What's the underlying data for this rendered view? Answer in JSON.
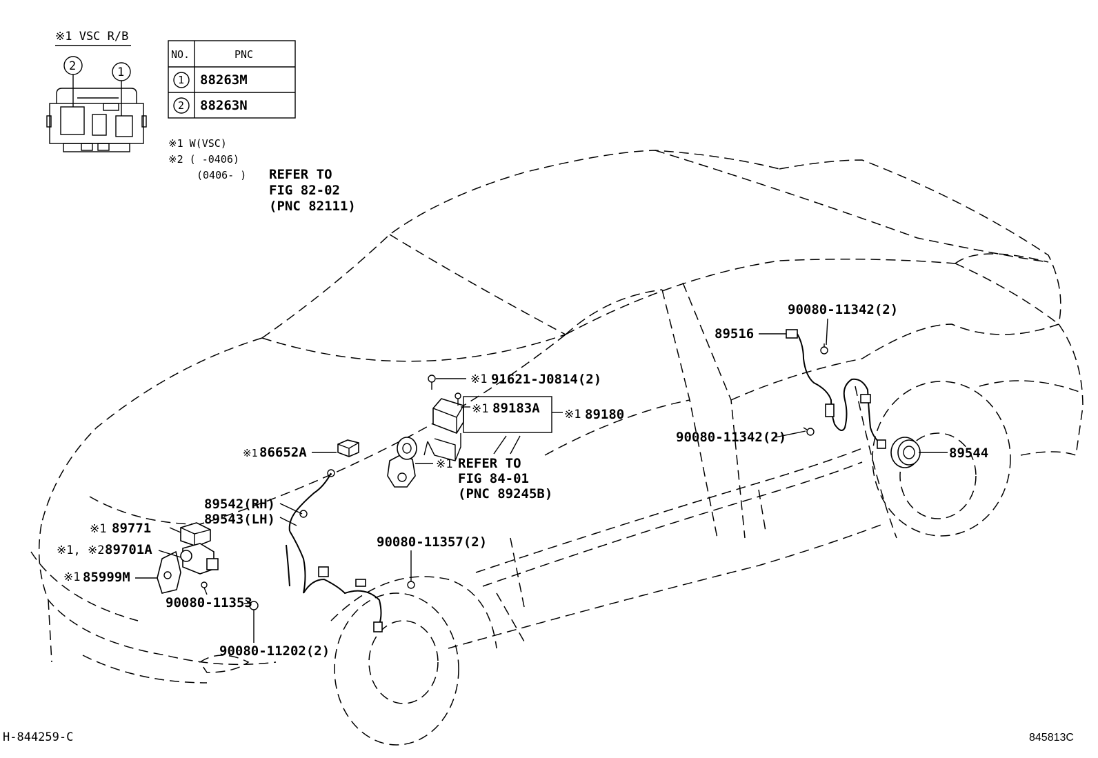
{
  "legend": {
    "inset_title": "※1 VSC R/B",
    "inset_callouts": [
      "2",
      "1"
    ],
    "table": {
      "headers": [
        "NO.",
        "PNC"
      ],
      "rows": [
        {
          "no": "1",
          "pnc": "88263M"
        },
        {
          "no": "2",
          "pnc": "88263N"
        }
      ]
    },
    "notes": [
      "※1 W(VSC)",
      "※2 (     -0406)",
      "(0406-     )",
      "REFER TO",
      "FIG 82-02",
      "(PNC 82111)"
    ]
  },
  "parts": {
    "p91621": "91621-J0814(2)",
    "p91621_mark": "※1",
    "p89183A": "89183A",
    "p89183A_mark": "※1",
    "p89180": "89180",
    "p89180_mark": "※1",
    "p86652A": "86652A",
    "p86652A_mark": "※1",
    "refer1": "REFER TO",
    "refer1_mark": "※1",
    "refer2": "FIG 84-01",
    "refer3": "(PNC 89245B)",
    "p89542": "89542(RH)",
    "p89543": "89543(LH)",
    "p89771": "89771",
    "p89771_mark": "※1",
    "p89701A": "89701A",
    "p89701A_mark": "※1, ※2",
    "p85999M": "85999M",
    "p85999M_mark": "※1",
    "p90080_11353": "90080-11353",
    "p90080_11202": "90080-11202(2)",
    "p90080_11357": "90080-11357(2)",
    "p89516": "89516",
    "p90080_11342a": "90080-11342(2)",
    "p90080_11342b": "90080-11342(2)",
    "p89544": "89544"
  },
  "footer": {
    "left_code": "H-844259-C",
    "right_code": "845813C"
  }
}
